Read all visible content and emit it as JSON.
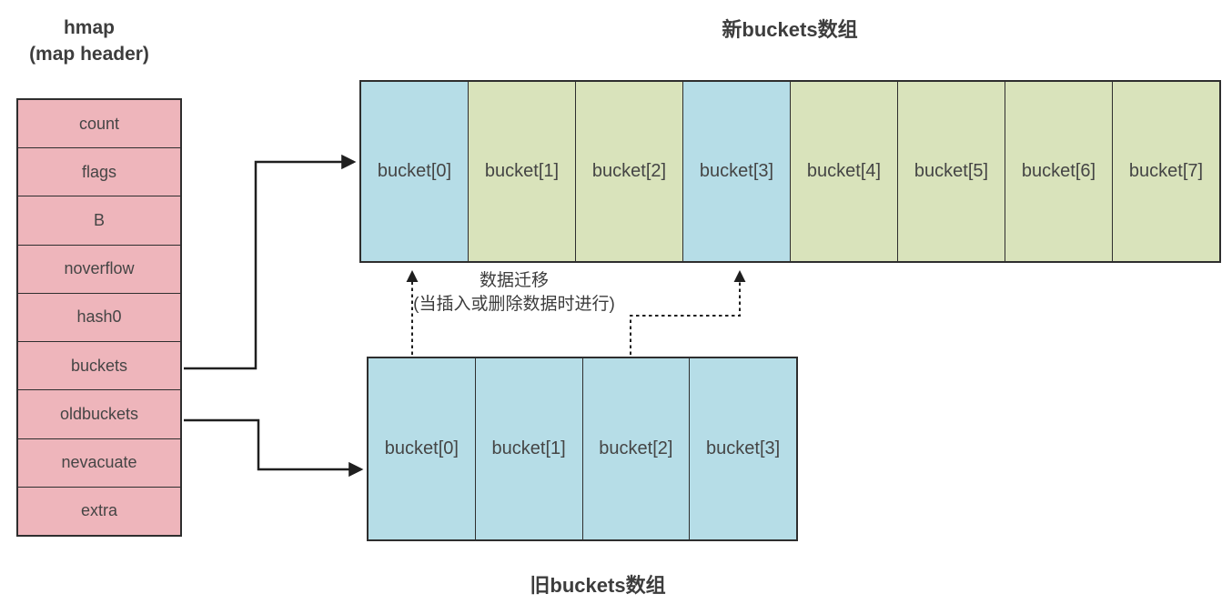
{
  "hmap": {
    "title_line1": "hmap",
    "title_line2": "(map header)",
    "fields": [
      "count",
      "flags",
      "B",
      "noverflow",
      "hash0",
      "buckets",
      "oldbuckets",
      "nevacuate",
      "extra"
    ]
  },
  "new_array": {
    "title": "新buckets数组",
    "cells": [
      {
        "label": "bucket[0]",
        "color": "blue"
      },
      {
        "label": "bucket[1]",
        "color": "green"
      },
      {
        "label": "bucket[2]",
        "color": "green"
      },
      {
        "label": "bucket[3]",
        "color": "blue"
      },
      {
        "label": "bucket[4]",
        "color": "green"
      },
      {
        "label": "bucket[5]",
        "color": "green"
      },
      {
        "label": "bucket[6]",
        "color": "green"
      },
      {
        "label": "bucket[7]",
        "color": "green"
      }
    ]
  },
  "old_array": {
    "title": "旧buckets数组",
    "cells": [
      {
        "label": "bucket[0]",
        "color": "blue"
      },
      {
        "label": "bucket[1]",
        "color": "blue"
      },
      {
        "label": "bucket[2]",
        "color": "blue"
      },
      {
        "label": "bucket[3]",
        "color": "blue"
      }
    ]
  },
  "migration": {
    "line1": "数据迁移",
    "line2": "(当插入或删除数据时进行)"
  },
  "colors": {
    "pink": "#eeb5bb",
    "blue": "#b6dde7",
    "green": "#d9e3bb",
    "line": "#1f1f1f"
  }
}
